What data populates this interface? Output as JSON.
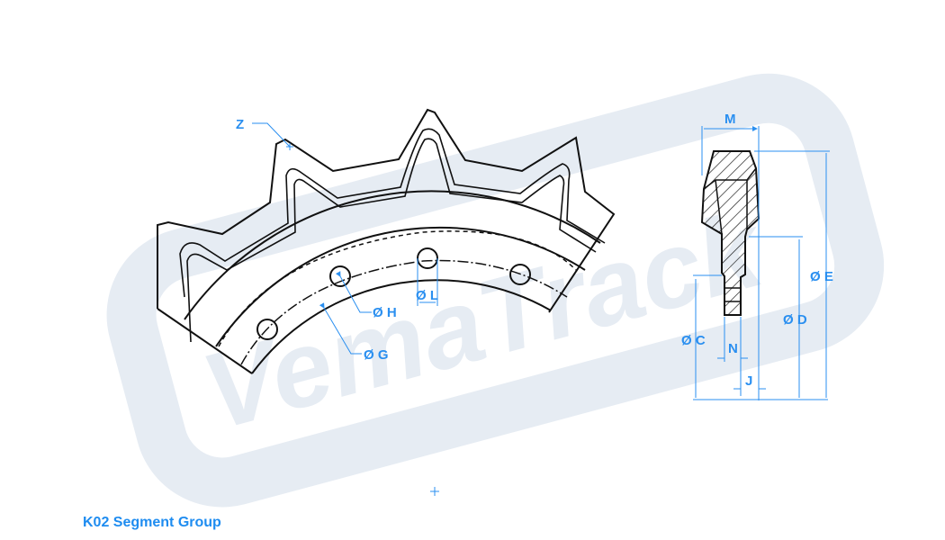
{
  "watermark": {
    "text": "VemaTrack"
  },
  "segment_labels": {
    "z": "Z",
    "h": "Ø H",
    "g": "Ø G",
    "l": "Ø L"
  },
  "section_labels": {
    "m": "M",
    "e": "Ø E",
    "d": "Ø D",
    "c": "Ø C",
    "n": "N",
    "j": "J"
  },
  "colors": {
    "dimension": "#2a8ff0",
    "line": "#111111",
    "watermark": "#e6ecf3"
  },
  "title": "K02 Segment Group"
}
